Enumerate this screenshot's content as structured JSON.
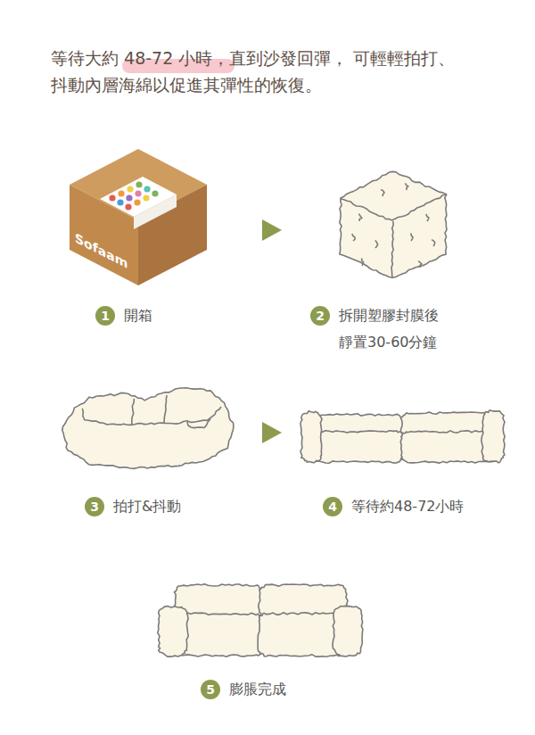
{
  "diagram": {
    "title": "等待大約 48-72 小時，直到沙發回彈， 可輕輕拍打、抖動內層海綿以促進其彈性的恢復。",
    "nodes": [
      {
        "text": [
          "1",
          "開箱"
        ]
      },
      {
        "text": [
          "2",
          "拆開塑膠封膜後 靜置30-60分鐘"
        ]
      },
      {
        "text": [
          "3",
          "拍打&抖動"
        ]
      },
      {
        "text": [
          "4",
          "等待約48-72小時"
        ]
      },
      {
        "text": [
          "5",
          "膨脹完成"
        ]
      }
    ],
    "edges": [
      {
        "from": 0,
        "to": 1,
        "arrow": "to"
      },
      {
        "from": 2,
        "to": 3,
        "arrow": "to"
      }
    ],
    "labels": [
      "Sofaam"
    ]
  }
}
